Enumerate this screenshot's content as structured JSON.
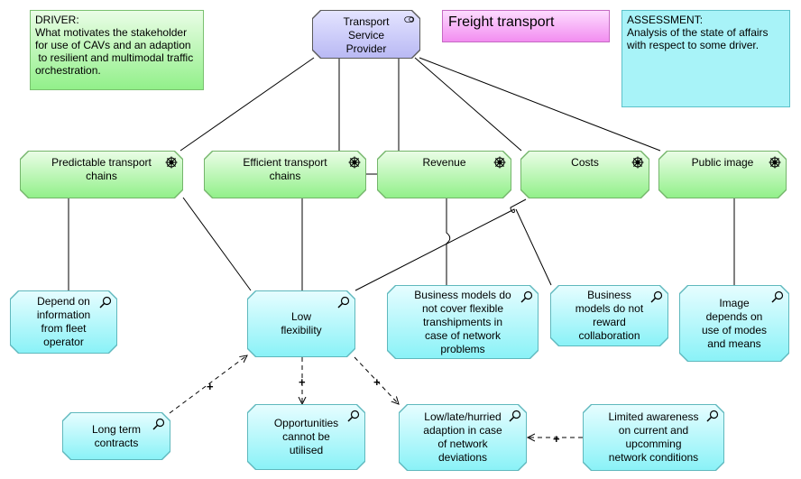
{
  "notes": {
    "driver": "DRIVER:\nWhat motivates the stakeholder for use of CAVs and an adaption\n to resilient and multimodal traffic orchestration.",
    "title": "Freight transport",
    "assessment": "ASSESSMENT:\nAnalysis of the state of affairs with respect to some driver."
  },
  "actor": {
    "label": "Transport\nService\nProvider",
    "icon": "actor-toggle-icon",
    "color": "#c8c8fa"
  },
  "drivers": [
    {
      "id": "predictable",
      "label": "Predictable transport\nchains"
    },
    {
      "id": "efficient",
      "label": "Efficient transport\nchains"
    },
    {
      "id": "revenue",
      "label": "Revenue"
    },
    {
      "id": "costs",
      "label": "Costs"
    },
    {
      "id": "image",
      "label": "Public image"
    }
  ],
  "assessments": [
    {
      "id": "depend",
      "label": "Depend on\ninformation\nfrom fleet\noperator"
    },
    {
      "id": "lowflex",
      "label": "Low\nflexibility"
    },
    {
      "id": "business1",
      "label": "Business models do\nnot cover flexible\ntranshipments in\ncase of network\nproblems"
    },
    {
      "id": "business2",
      "label": "Business\nmodels do not\nreward\ncollaboration"
    },
    {
      "id": "imagedep",
      "label": "Image\ndepends on\nuse of modes\nand means"
    },
    {
      "id": "longterm",
      "label": "Long term\ncontracts"
    },
    {
      "id": "opport",
      "label": "Opportunities\ncannot be\nutilised"
    },
    {
      "id": "lowlate",
      "label": "Low/late/hurried\nadaption in case\nof network\ndeviations"
    },
    {
      "id": "limited",
      "label": "Limited awareness\non current and\nupcomming\nnetwork conditions"
    }
  ],
  "influence_sign": "+",
  "colors": {
    "driver_fill": "#9df295",
    "assessment_fill": "#8ef2f7",
    "title_fill": "#f59bf3",
    "line": "#000000"
  }
}
